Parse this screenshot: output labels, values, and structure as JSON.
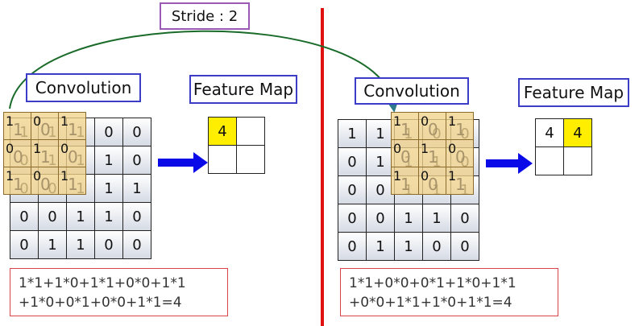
{
  "stride": {
    "text": "Stride : 2"
  },
  "left": {
    "conv_label": "Convolution",
    "fmap_label": "Feature Map",
    "input": [
      [
        "1",
        "1",
        "1",
        "0",
        "0"
      ],
      [
        "0",
        "1",
        "1",
        "1",
        "0"
      ],
      [
        "0",
        "0",
        "1",
        "1",
        "1"
      ],
      [
        "0",
        "0",
        "1",
        "1",
        "0"
      ],
      [
        "0",
        "1",
        "1",
        "0",
        "0"
      ]
    ],
    "kernel_input": [
      [
        "1",
        "0",
        "1"
      ],
      [
        "0",
        "1",
        "0"
      ],
      [
        "1",
        "0",
        "1"
      ]
    ],
    "kernel_weights": [
      [
        "1",
        "0",
        "1"
      ],
      [
        "0",
        "1",
        "0"
      ],
      [
        "1",
        "0",
        "1"
      ]
    ],
    "feature_map": [
      [
        "4",
        ""
      ],
      [
        "",
        ""
      ]
    ],
    "equation": [
      "1*1+1*0+1*1+0*0+1*1",
      "+1*0+0*1+0*0+1*1=4"
    ]
  },
  "right": {
    "conv_label": "Convolution",
    "fmap_label": "Feature Map",
    "input": [
      [
        "1",
        "1",
        "1",
        "0",
        "0"
      ],
      [
        "0",
        "1",
        "1",
        "1",
        "0"
      ],
      [
        "0",
        "0",
        "1",
        "1",
        "1"
      ],
      [
        "0",
        "0",
        "1",
        "1",
        "0"
      ],
      [
        "0",
        "1",
        "1",
        "0",
        "0"
      ]
    ],
    "kernel_input": [
      [
        "1",
        "0",
        "1"
      ],
      [
        "0",
        "1",
        "0"
      ],
      [
        "1",
        "0",
        "1"
      ]
    ],
    "kernel_weights": [
      [
        "1",
        "0",
        "1"
      ],
      [
        "0",
        "1",
        "0"
      ],
      [
        "1",
        "0",
        "1"
      ]
    ],
    "feature_map": [
      [
        "4",
        "4"
      ],
      [
        "",
        ""
      ]
    ],
    "equation": [
      "1*1+0*0+0*1+1*0+1*1",
      "+0*0+1*1+1*0+1*1=4"
    ]
  },
  "colors": {
    "divider": "#e01010",
    "arrow": "#0a0ae8",
    "highlight": "#ffee00",
    "curve": "#1a6b2a"
  }
}
